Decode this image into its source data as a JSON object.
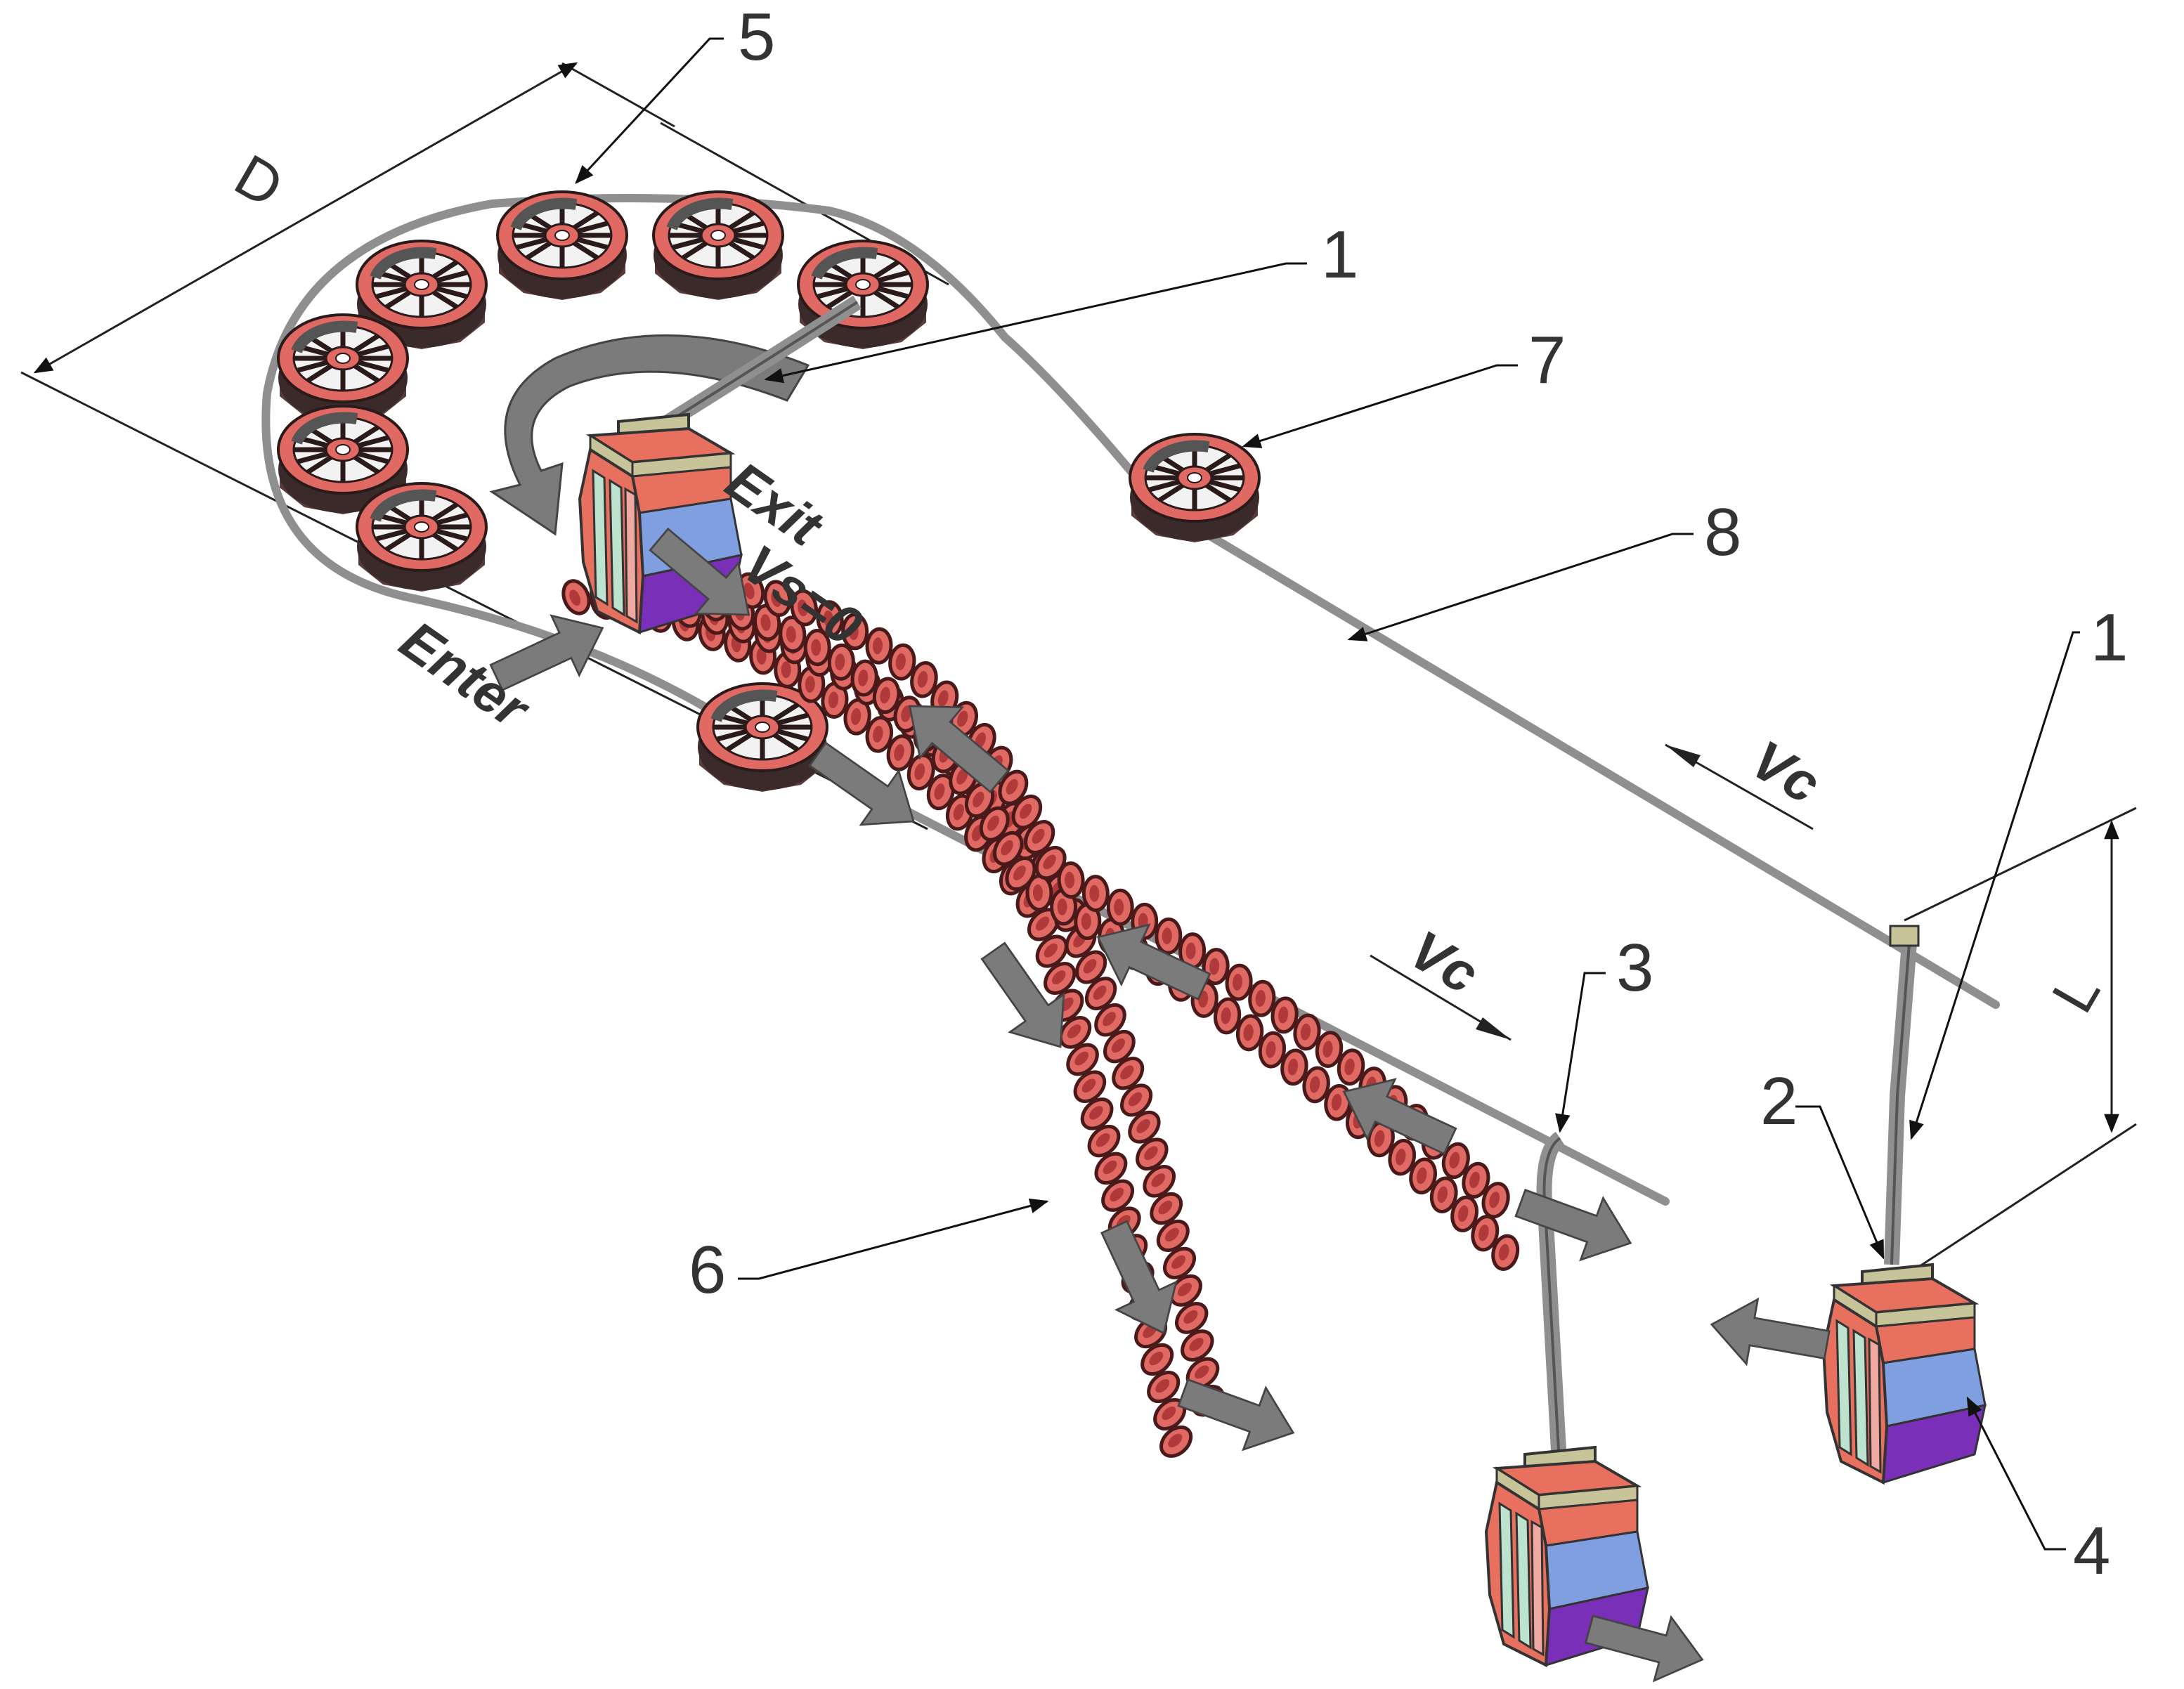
{
  "labels": {
    "n1": "1",
    "n1b": "1",
    "n2": "2",
    "n3": "3",
    "n4": "4",
    "n5": "5",
    "n6": "6",
    "n7": "7",
    "n8": "8",
    "enter": "Enter",
    "exit": "Exit",
    "vs0": "Vs=0",
    "vc_upper": "Vc",
    "vc_lower": "Vc",
    "dim_d": "D",
    "dim_l": "L"
  },
  "colors": {
    "wheel": "#e06a63",
    "wheel_dark": "#5a3a3a",
    "cable": "#8f8f8f",
    "arrow": "#7b7b7b",
    "cabin_red": "#e8705f",
    "cabin_blue": "#7f9fe0",
    "cabin_purple": "#7a2fb8",
    "cabin_pink": "#f0a9a0",
    "cabin_green": "#bde3cf",
    "cabin_tan": "#c8c49a",
    "chain": "#e06a63",
    "chain_dark": "#6b2a2a"
  }
}
